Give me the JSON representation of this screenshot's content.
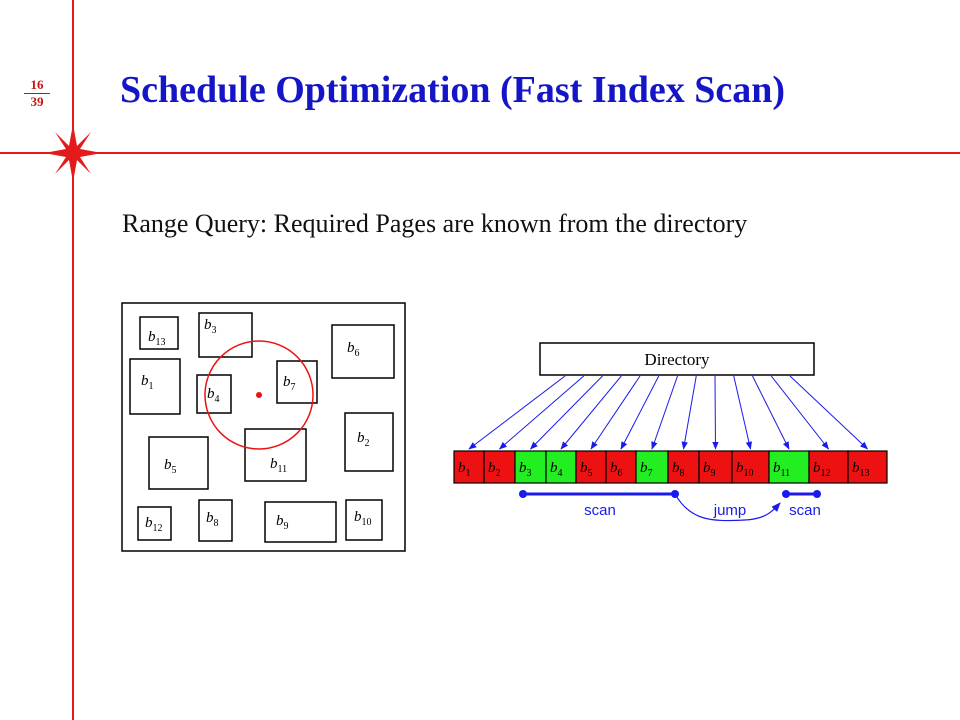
{
  "page": {
    "current": "16",
    "total": "39"
  },
  "title": "Schedule Optimization (Fast Index Scan)",
  "subtitle": "Range Query: Required Pages are known from the directory",
  "colors": {
    "accent": "#e31b1b",
    "title": "#1515c8",
    "page_red": "#ee1111",
    "page_green": "#22ee22",
    "arrow_blue": "#1a1aee"
  },
  "spatial_diagram": {
    "pages": [
      {
        "base": "b",
        "sub": "13"
      },
      {
        "base": "b",
        "sub": "3"
      },
      {
        "base": "b",
        "sub": "6"
      },
      {
        "base": "b",
        "sub": "1"
      },
      {
        "base": "b",
        "sub": "4"
      },
      {
        "base": "b",
        "sub": "7"
      },
      {
        "base": "b",
        "sub": "2"
      },
      {
        "base": "b",
        "sub": "5"
      },
      {
        "base": "b",
        "sub": "11"
      },
      {
        "base": "b",
        "sub": "12"
      },
      {
        "base": "b",
        "sub": "8"
      },
      {
        "base": "b",
        "sub": "9"
      },
      {
        "base": "b",
        "sub": "10"
      }
    ],
    "query": "circle"
  },
  "directory": {
    "label": "Directory",
    "pages": [
      {
        "base": "b",
        "sub": "1",
        "state": "red"
      },
      {
        "base": "b",
        "sub": "2",
        "state": "red"
      },
      {
        "base": "b",
        "sub": "3",
        "state": "green"
      },
      {
        "base": "b",
        "sub": "4",
        "state": "green"
      },
      {
        "base": "b",
        "sub": "5",
        "state": "red"
      },
      {
        "base": "b",
        "sub": "6",
        "state": "red"
      },
      {
        "base": "b",
        "sub": "7",
        "state": "green"
      },
      {
        "base": "b",
        "sub": "8",
        "state": "red"
      },
      {
        "base": "b",
        "sub": "9",
        "state": "red"
      },
      {
        "base": "b",
        "sub": "10",
        "state": "red"
      },
      {
        "base": "b",
        "sub": "11",
        "state": "green"
      },
      {
        "base": "b",
        "sub": "12",
        "state": "red"
      },
      {
        "base": "b",
        "sub": "13",
        "state": "red"
      }
    ],
    "annotations": {
      "scan1": "scan",
      "jump": "jump",
      "scan2": "scan"
    }
  }
}
